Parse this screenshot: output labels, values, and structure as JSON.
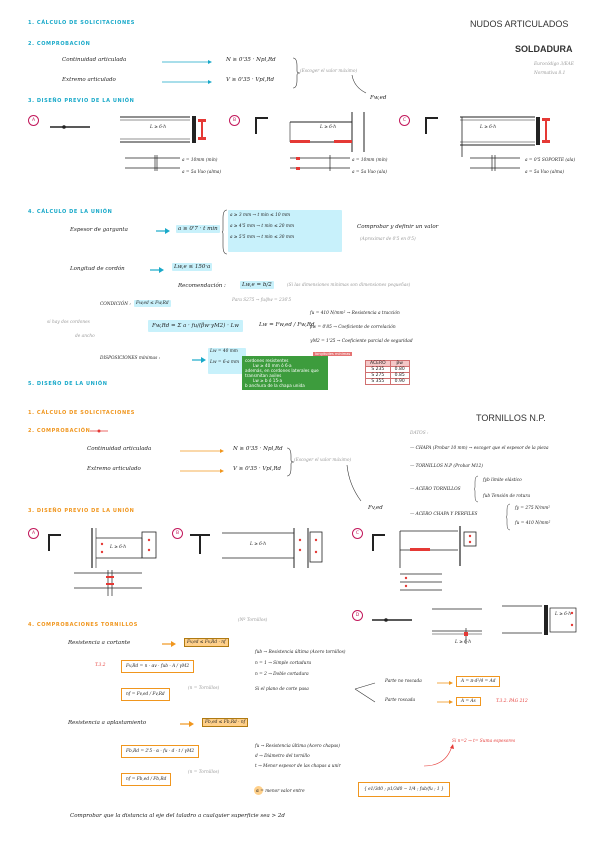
{
  "header": {
    "title": "NUDOS ARTICULADOS",
    "section": "SOLDADURA",
    "ref1": "Eurocódigo 3/EAE",
    "ref2": "Normativa 8.1"
  },
  "soldadura": {
    "step1": "1. CÁLCULO DE SOLICITACIONES",
    "step2": "2. COMPROBACIÓN",
    "row1_label": "Continuidad articulada",
    "row1_formula": "N ≥ 0'35 · Npl,Rd",
    "row2_label": "Extremo articulado",
    "row2_formula": "V ≥ 0'35 · Vpl,Rd",
    "note": "(Escoger el valor máximo)",
    "fwed": "Fw,ed",
    "step3": "3. DISEÑO PREVIO DE LA UNIÓN",
    "opt_a": "A",
    "opt_b": "B",
    "opt_c": "C",
    "lwe": "L ≥ 6·h",
    "a_line1": "a = 10mm (mín)",
    "a_line2": "a = 5a  Vuo (alma)",
    "b_line1": "a = 10mm (mín)",
    "b_line2": "a = 5a  Vuo (ala)",
    "c_line1": "a = 0'5 SOPORTE (ala)",
    "c_line2": "a = 5a  Vuo (alma)",
    "step4": "4. CÁLCULO DE LA UNIÓN",
    "espesor_label": "Espesor de garganta",
    "espesor_box": "a ≥ 0'7 · t min",
    "espesor_table": [
      "a ≥ 3 mm  →  t min ≤ 10 mm",
      "a ≥ 4'5 mm  →  t min ≤ 20 mm",
      "a ≥ 5'5 mm  →  t min ≤ 30 mm"
    ],
    "espesor_note1": "Comprobar y definir un valor",
    "espesor_note2": "(Aproximar de 0'5 en 0'5)",
    "longitud_label": "Longitud de cordón",
    "longitud_box": "Lw,e ≤ 150·a",
    "recomendacion_label": "Recomendación :",
    "recomendacion_box": "Lw,e = b/2",
    "recomendacion_note": "(Si las dimensiones mínimas son dimensiones pequeñas)",
    "condicion_label": "CONDICIÓN :",
    "condicion_box": "Fw,ed ≤ Fw,Rd",
    "para_note": "Para S275 → fu/βw = 236'5",
    "formula_box": "Fw,Rd = Σ a · fu/(βw·γM2) · Lw",
    "lw_formula": "Lw = Fw,ed / Fw,Rd",
    "fu_line": "fu = 410 N/mm² → Resistencia a tracción",
    "bw_line": "βw = 0'85 → Coeficiente de correlación",
    "ym_line": "γM2 = 1'25 → Coeficiente parcial de seguridad",
    "side_note1": "si hay dos cordones",
    "side_note2": "de ancho",
    "dispos_label": "DISPOSICIONES mínimas :",
    "dispos_l1": "Lw = 40 mm",
    "dispos_l2": "Lw = 6·a  mm",
    "green_tag": "longitudes mínimas",
    "green_note": [
      "cordones resistentes",
      "Lw ≥ 40 mm ó 6·a",
      "además, en cordones laterales que",
      "transmitan axiles",
      "Lw ≥ b ó 15·a",
      "b anchura de la chapa unida"
    ],
    "acero_headers": [
      "ACERO",
      "βw"
    ],
    "acero_rows": [
      [
        "S 235",
        "0.80"
      ],
      [
        "S 275",
        "0.85"
      ],
      [
        "S 355",
        "0.90"
      ]
    ],
    "step5": "5. DISEÑO DE LA UNIÓN"
  },
  "tornillos": {
    "section": "TORNILLOS N.P.",
    "datos_label": "DATOS :",
    "datos": [
      "— CHAPA (Probar 10 mm) → escoger que el espesor de la pieza",
      "— TORNILLOS N.P (Probar M12)",
      "— ACERO TORNILLOS",
      "— ACERO CHAPA Y PERFILES"
    ],
    "fyb": "fyb  límite elástico",
    "fub": "fub  Tensión de rotura",
    "fy_val": "fy = 275 N/mm²",
    "fu_val": "fu = 410 N/mm²",
    "step1": "1. CÁLCULO DE SOLICITACIONES",
    "step2": "2. COMPROBACIÓN",
    "row1_label": "Continuidad articulada",
    "row1_formula": "N ≥ 0'35 · Npl,Rd",
    "row2_label": "Extremo articulado",
    "row2_formula": "V ≥ 0'35 · Vpl,Rd",
    "note": "(Escoger el valor máximo)",
    "fved": "Fv,ed",
    "step3": "3. DISEÑO PREVIO DE LA UNIÓN",
    "opt_a": "A",
    "opt_b": "B",
    "opt_c": "C",
    "opt_d": "D",
    "lwe": "L ≥ 6·h",
    "step4": "4. COMPROBACIONES TORNILLOS",
    "n_tornillos": "(Nº Tornillos)",
    "cortante_label": "Resistencia a cortante",
    "cortante_box": "Fv,ed ≤ Fv,Rd · nf",
    "t32": "T.3.2",
    "fvrd_box": "Fv,Rd = n · αv · fub · A / γM2",
    "nf_box": "nf = Fv,ed / Fv,Rd",
    "n_torn": "(n = Tornillos)",
    "fub_def": "fub → Resistencia última (Acero tornillos)",
    "n1": "n = 1 → Simple cortadura",
    "n2": "n = 2 → Doble cortadura",
    "si_plano": "Si el plano de corte pasa",
    "no_roscada": "Parte no roscada",
    "roscada": "Parte roscada",
    "a_box1": "A = π·d²/4 = Ad",
    "a_box2": "A = As",
    "pag": "T.3.2.  PÁG 212",
    "aplast_label": "Resistencia a aplastamiento",
    "aplast_box": "Fb,ed ≤ Fb,Rd · nf",
    "fbrd_box": "Fb,Rd = 2'5 · α · fu · d · t / γM2",
    "nf2_box": "nf = Fb,ed / Fb,Rd",
    "fu_def": "fu → Resistencia última (Acero chapas)",
    "d_def": "d → Diámetro del tornillo",
    "t_def": "t → Menor espesor de las chapas a unir",
    "red_note": "Si n=2 → t= Suma espesores",
    "alpha_label": "α = menor valor entre",
    "alpha_box": "{ e1/3d0 ; p1/3d0 − 1/4 ; fub/fu ; 1 }",
    "final": "Comprobar que la distancia al eje del taladro a cualquier superficie sea > 2d"
  }
}
